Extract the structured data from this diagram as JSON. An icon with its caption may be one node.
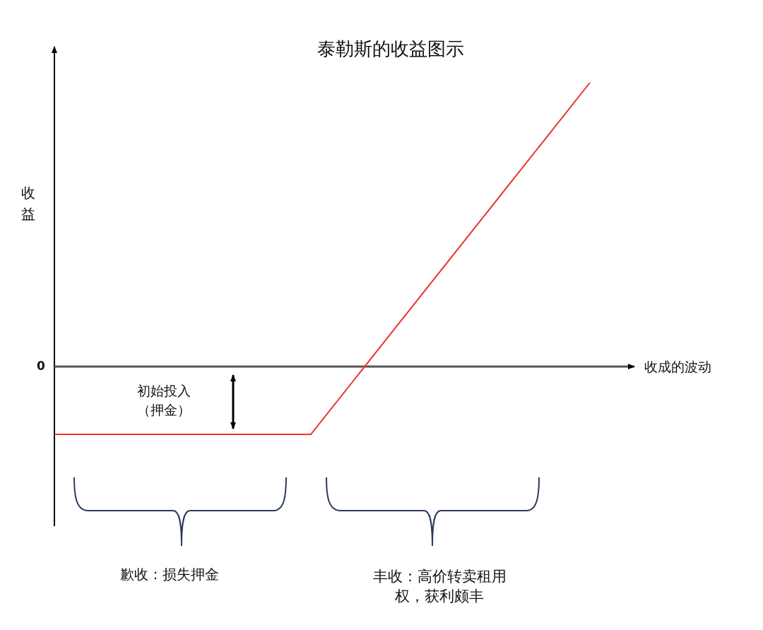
{
  "diagram": {
    "title": "泰勒斯的收益图示",
    "labels": [
      "收益",
      "0",
      "收成的波动",
      "初始投入（押金）",
      "歉收：损失押金",
      "丰收：高价转卖租用权，获利颇丰"
    ]
  }
}
